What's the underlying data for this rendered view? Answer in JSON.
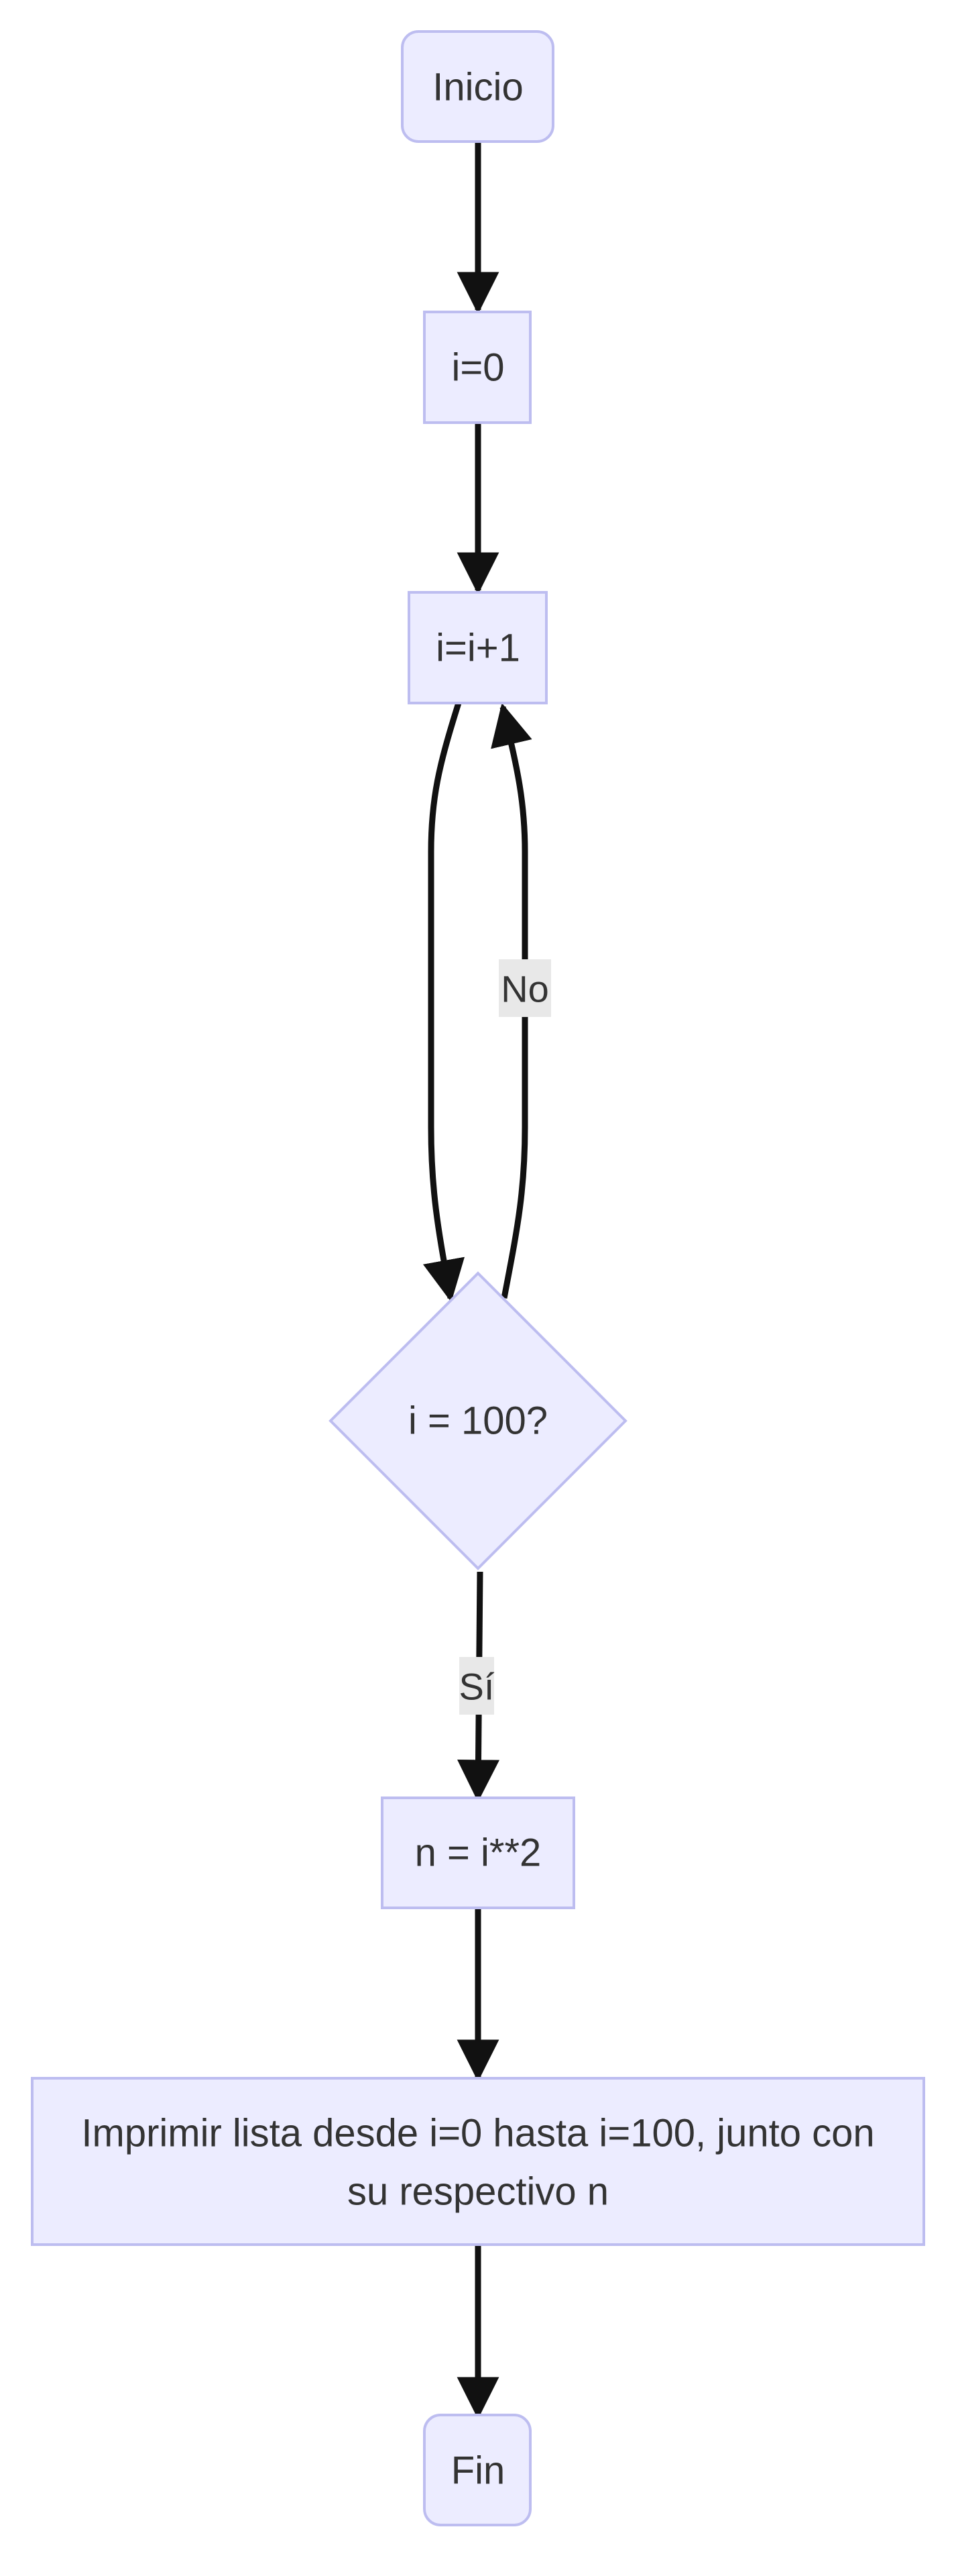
{
  "nodes": {
    "start": {
      "label": "Inicio"
    },
    "init": {
      "label": "i=0"
    },
    "increment": {
      "label": "i=i+1"
    },
    "decision": {
      "label": "i = 100?"
    },
    "square": {
      "label": "n = i**2"
    },
    "print": {
      "label_line1": "Imprimir lista desde i=0 hasta i=100, junto con",
      "label_line2": "su respectivo n"
    },
    "end": {
      "label": "Fin"
    }
  },
  "edges": {
    "no_label": "No",
    "yes_label": "Sí"
  },
  "colors": {
    "node_fill": "#ECECFF",
    "node_stroke": "#BDBDF0",
    "edge": "#111111",
    "edge_label_bg": "#E8E8E8",
    "text": "#333333"
  }
}
